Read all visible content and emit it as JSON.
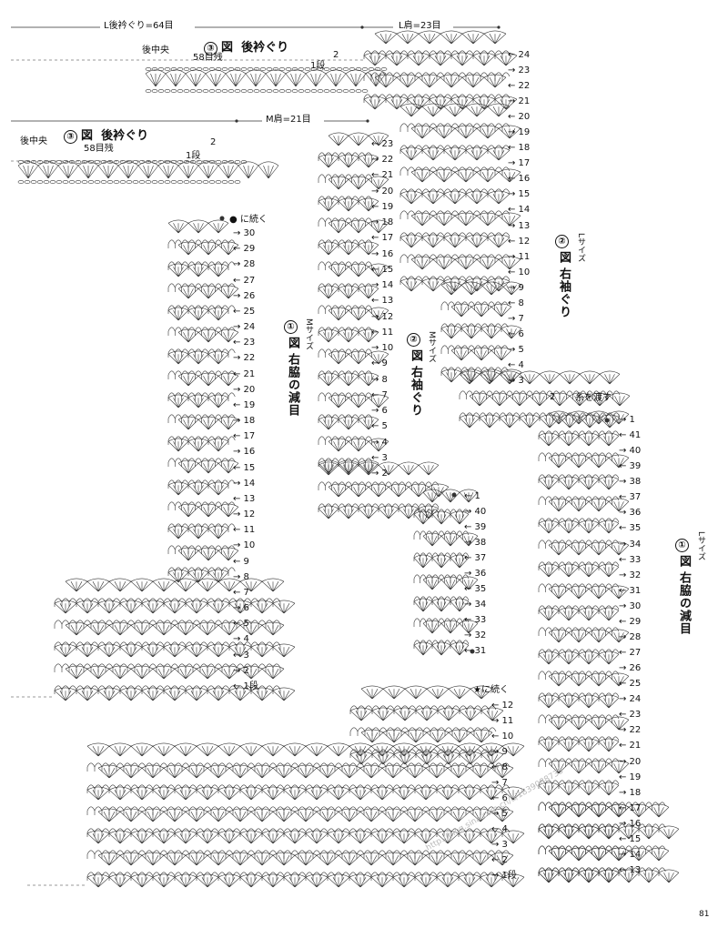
{
  "page_number": "81",
  "neck_L": {
    "width_label": "L後衿ぐり=64目",
    "shoulder_label": "L肩=23目",
    "title_num": "③",
    "title_fig": "図",
    "title_text": "後衿ぐり",
    "center_label": "後中央",
    "remain_label": "58目残",
    "row1_label": "1段",
    "arrow2": "2"
  },
  "neck_M": {
    "shoulder_label": "M肩=21目",
    "title_num": "③",
    "title_fig": "図",
    "title_text": "後衿ぐり",
    "center_label": "後中央",
    "remain_label": "58目残",
    "row1_label": "1段",
    "arrow2": "2"
  },
  "sleeve_L": {
    "num": "②",
    "fig": "図",
    "size": "Lサイズ",
    "name": "右袖ぐり",
    "yarn_label": "糸を渡す",
    "arrow2": "2",
    "rows": [
      "← 24",
      "→ 23",
      "← 22",
      "→ 21",
      "← 20",
      "→ 19",
      "← 18",
      "→ 17",
      "← 16",
      "→ 15",
      "← 14",
      "→ 13",
      "← 12",
      "→ 11",
      "← 10",
      "→ 9",
      "← 8",
      "→ 7",
      "← 6",
      "→ 5",
      "← 4",
      "→ 3"
    ]
  },
  "sleeve_M": {
    "num": "②",
    "fig": "図",
    "size": "Mサイズ",
    "name": "右袖ぐり",
    "rows": [
      "← 23",
      "→ 22",
      "← 21",
      "→ 20",
      "← 19",
      "→ 18",
      "← 17",
      "→ 16",
      "← 15",
      "→ 14",
      "← 13",
      "→ 12",
      "← 11",
      "→ 10",
      "← 9",
      "→ 8",
      "← 7",
      "→ 6",
      "← 5",
      "→ 4",
      "← 3",
      "→ 2"
    ]
  },
  "side_M": {
    "num": "①",
    "fig": "図",
    "size": "Mサイズ",
    "name": "右脇の減目",
    "continue": "に続く",
    "rows": [
      "→ 30",
      "← 29",
      "→ 28",
      "← 27",
      "→ 26",
      "← 25",
      "→ 24",
      "← 23",
      "→ 22",
      "← 21",
      "→ 20",
      "← 19",
      "→ 18",
      "← 17",
      "→ 16",
      "← 15",
      "→ 14",
      "← 13",
      "→ 12",
      "← 11",
      "→ 10",
      "← 9",
      "→ 8",
      "← 7",
      "→ 6",
      "← 5",
      "→ 4",
      "← 3",
      "→ 2",
      "← 1段"
    ]
  },
  "side_M2": {
    "rows": [
      "← 1",
      "→ 40",
      "← 39",
      "→ 38",
      "← 37",
      "→ 36",
      "← 35",
      "→ 34",
      "← 33",
      "→ 32",
      "← 31"
    ]
  },
  "side_L": {
    "num": "①",
    "fig": "図",
    "size": "Lサイズ",
    "name": "右脇の減目",
    "rows": [
      "→ 1",
      "← 41",
      "→ 40",
      "← 39",
      "→ 38",
      "← 37",
      "→ 36",
      "← 35",
      "→ 34",
      "← 33",
      "→ 32",
      "← 31",
      "→ 30",
      "← 29",
      "→ 28",
      "← 27",
      "→ 26",
      "← 25",
      "→ 24",
      "← 23",
      "→ 22",
      "← 21",
      "→ 20",
      "← 19",
      "→ 18",
      "← 17",
      "→ 16",
      "← 15",
      "→ 14",
      "← 13"
    ]
  },
  "body_L": {
    "continue": "★に続く",
    "rows": [
      "← 12",
      "→ 11",
      "← 10",
      "→ 9",
      "← 8",
      "→ 7",
      "← 6",
      "→ 5",
      "← 4",
      "→ 3",
      "← 2",
      "→ 1段"
    ]
  },
  "watermark": "http://blog.sina.com.cn/u/1839088735"
}
